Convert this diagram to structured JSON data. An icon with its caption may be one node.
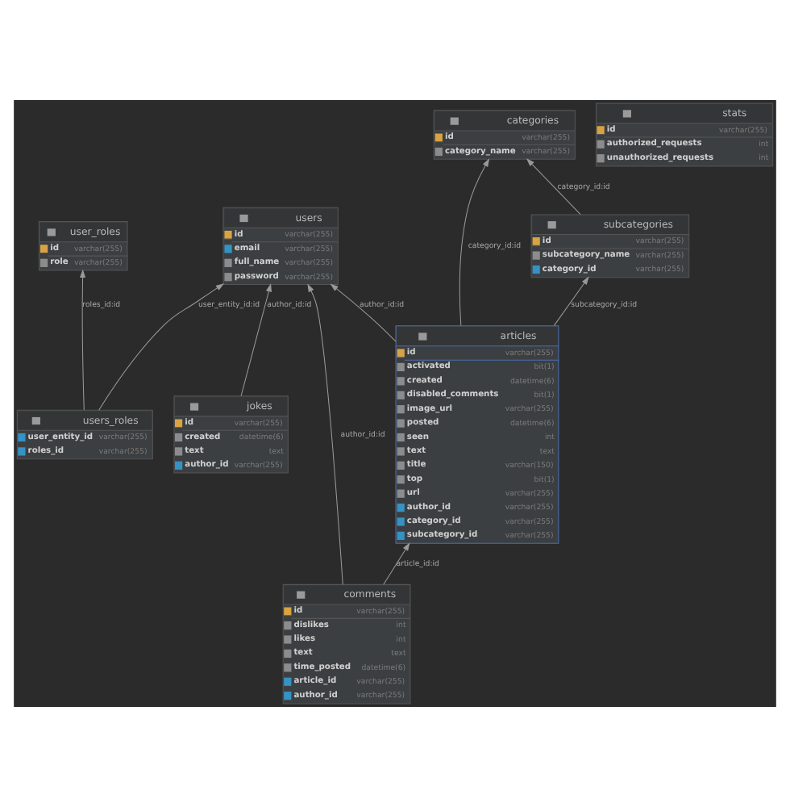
{
  "diagram": {
    "nodes": [
      {
        "text": [
          "categories",
          "id",
          "varchar(255)",
          "category_name",
          "varchar(255)"
        ]
      },
      {
        "text": [
          "stats",
          "id",
          "varchar(255)",
          "authorized_requests",
          "int",
          "unauthorized_requests",
          "int"
        ]
      },
      {
        "text": [
          "user_roles",
          "id",
          "varchar(255)",
          "role",
          "varchar(255)"
        ]
      },
      {
        "text": [
          "users",
          "id",
          "varchar(255)",
          "email",
          "varchar(255)",
          "full_name",
          "varchar(255)",
          "password",
          "varchar(255)"
        ]
      },
      {
        "text": [
          "subcategories",
          "id",
          "varchar(255)",
          "subcategory_name",
          "varchar(255)",
          "category_id",
          "varchar(255)"
        ]
      },
      {
        "text": [
          "articles",
          "id",
          "varchar(255)",
          "activated",
          "bit(1)",
          "created",
          "datetime(6)",
          "disabled_comments",
          "bit(1)",
          "image_url",
          "varchar(255)",
          "posted",
          "datetime(6)",
          "seen",
          "int",
          "text",
          "text",
          "title",
          "varchar(150)",
          "top",
          "bit(1)",
          "url",
          "varchar(255)",
          "author_id",
          "varchar(255)",
          "category_id",
          "varchar(255)",
          "subcategory_id",
          "varchar(255)"
        ]
      },
      {
        "text": [
          "jokes",
          "id",
          "varchar(255)",
          "created",
          "datetime(6)",
          "text",
          "text",
          "author_id",
          "varchar(255)"
        ]
      },
      {
        "text": [
          "users_roles",
          "user_entity_id",
          "varchar(255)",
          "roles_id",
          "varchar(255)"
        ]
      },
      {
        "text": [
          "comments",
          "id",
          "varchar(255)",
          "dislikes",
          "int",
          "likes",
          "int",
          "text",
          "text",
          "time_posted",
          "datetime(6)",
          "article_id",
          "varchar(255)",
          "author_id",
          "varchar(255)"
        ]
      }
    ],
    "edges": [
      {
        "from": 4,
        "to": 0,
        "arrow": "to",
        "label": "category_id:id"
      },
      {
        "from": 5,
        "to": 0,
        "arrow": "to",
        "label": "category_id:id"
      },
      {
        "from": 5,
        "to": 4,
        "arrow": "to",
        "label": "subcategory_id:id"
      },
      {
        "from": 5,
        "to": 3,
        "arrow": "to",
        "label": "author_id:id"
      },
      {
        "from": 7,
        "to": 2,
        "arrow": "to",
        "label": "roles_id:id"
      },
      {
        "from": 7,
        "to": 3,
        "arrow": "to",
        "label": "user_entity_id:id"
      },
      {
        "from": 6,
        "to": 3,
        "arrow": "to",
        "label": "author_id:id"
      },
      {
        "from": 8,
        "to": 3,
        "arrow": "to",
        "label": "author_id:id"
      },
      {
        "from": 8,
        "to": 5,
        "arrow": "to",
        "label": "article_id:id"
      }
    ]
  }
}
